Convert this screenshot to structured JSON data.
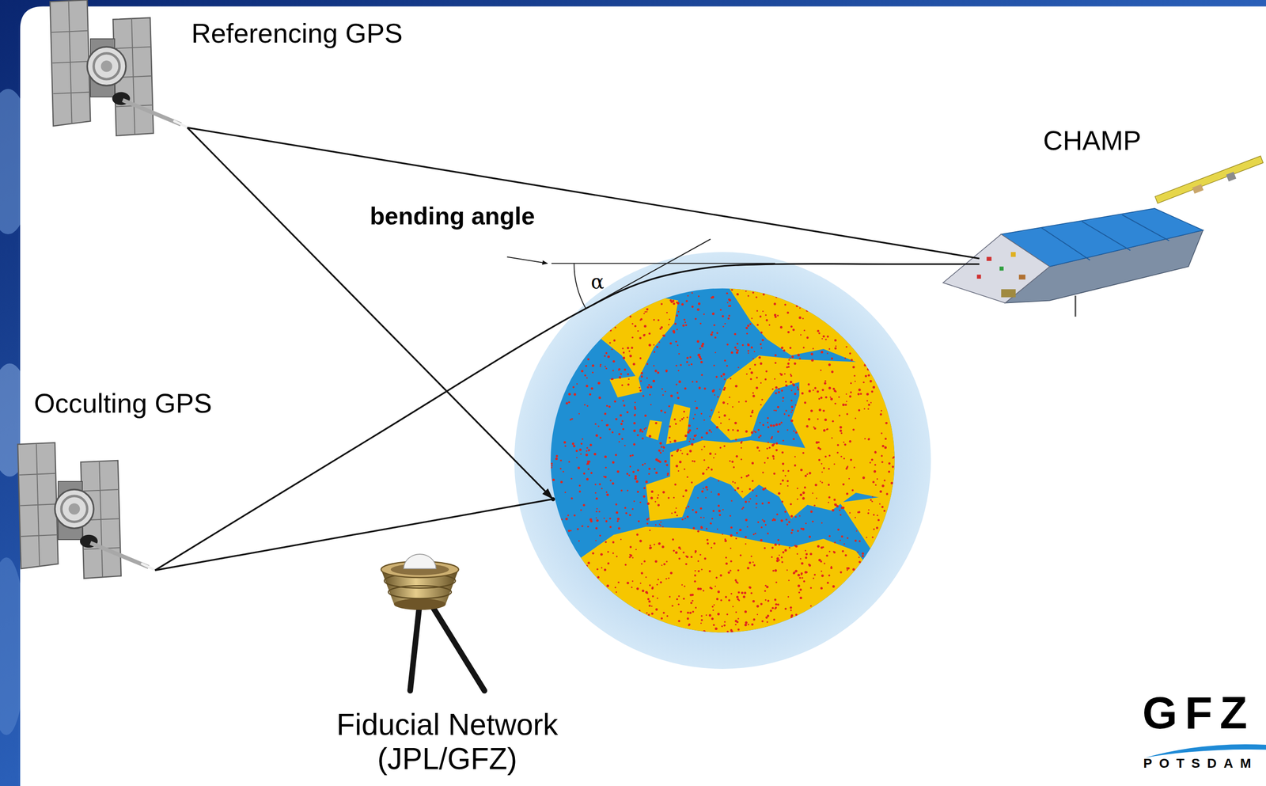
{
  "diagram": {
    "nodes": [
      {
        "text": [
          "Referencing GPS"
        ]
      },
      {
        "text": [
          "CHAMP"
        ]
      },
      {
        "text": [
          "Occulting GPS"
        ]
      },
      {
        "text": [
          "Fiducial Network (JPL/GFZ)"
        ]
      }
    ],
    "edges": [
      {
        "from": 0,
        "to": 1,
        "arrow": "none"
      },
      {
        "from": 2,
        "to": 1,
        "arrow": "none"
      }
    ],
    "labels": [
      "bending angle",
      "α",
      "GFZ",
      "POTSDAM"
    ]
  }
}
